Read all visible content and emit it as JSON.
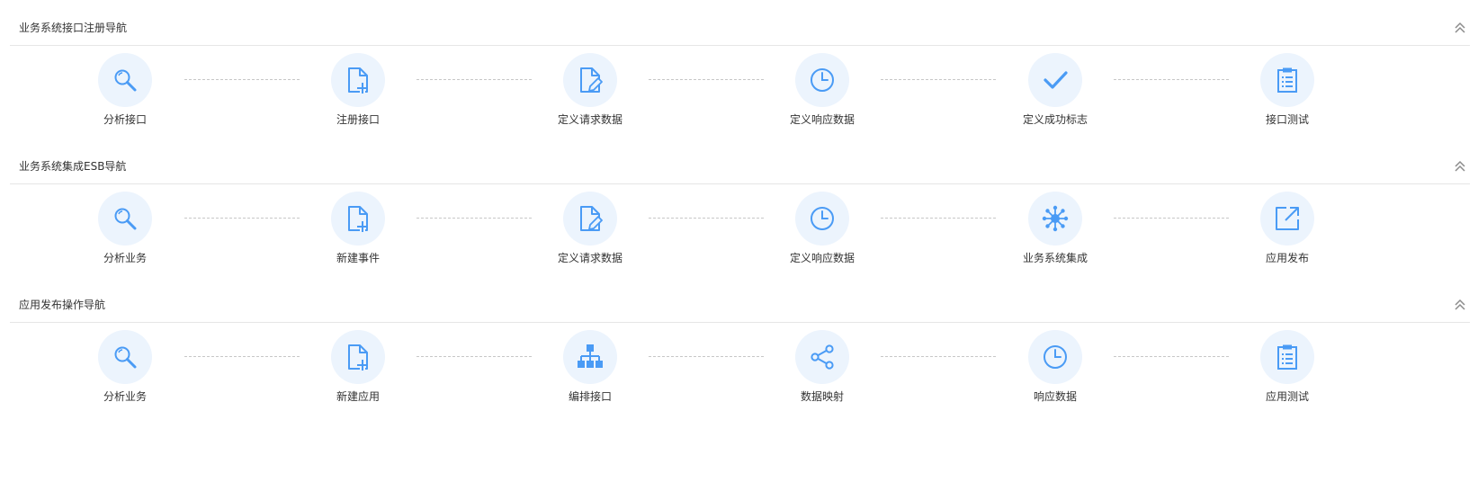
{
  "colors": {
    "accent": "#4a9bf5",
    "circle_bg": "#ecf4fd",
    "divider": "#e6e6e6",
    "connector": "#c7c7c7"
  },
  "sections": [
    {
      "title": "业务系统接口注册导航",
      "collapse_icon": "double-chevron-up-icon",
      "steps": [
        {
          "label": "分析接口",
          "icon": "search-icon"
        },
        {
          "label": "注册接口",
          "icon": "file-add-icon"
        },
        {
          "label": "定义请求数据",
          "icon": "file-edit-icon"
        },
        {
          "label": "定义响应数据",
          "icon": "clock-icon"
        },
        {
          "label": "定义成功标志",
          "icon": "check-icon"
        },
        {
          "label": "接口测试",
          "icon": "clipboard-list-icon"
        }
      ]
    },
    {
      "title": "业务系统集成ESB导航",
      "collapse_icon": "double-chevron-up-icon",
      "steps": [
        {
          "label": "分析业务",
          "icon": "search-icon"
        },
        {
          "label": "新建事件",
          "icon": "file-add-icon"
        },
        {
          "label": "定义请求数据",
          "icon": "file-edit-icon"
        },
        {
          "label": "定义响应数据",
          "icon": "clock-icon"
        },
        {
          "label": "业务系统集成",
          "icon": "network-hub-icon"
        },
        {
          "label": "应用发布",
          "icon": "external-link-icon"
        }
      ]
    },
    {
      "title": "应用发布操作导航",
      "collapse_icon": "double-chevron-up-icon",
      "steps": [
        {
          "label": "分析业务",
          "icon": "search-icon"
        },
        {
          "label": "新建应用",
          "icon": "file-add-icon"
        },
        {
          "label": "编排接口",
          "icon": "org-chart-icon"
        },
        {
          "label": "数据映射",
          "icon": "share-icon"
        },
        {
          "label": "响应数据",
          "icon": "clock-icon"
        },
        {
          "label": "应用测试",
          "icon": "clipboard-list-icon"
        }
      ]
    }
  ]
}
